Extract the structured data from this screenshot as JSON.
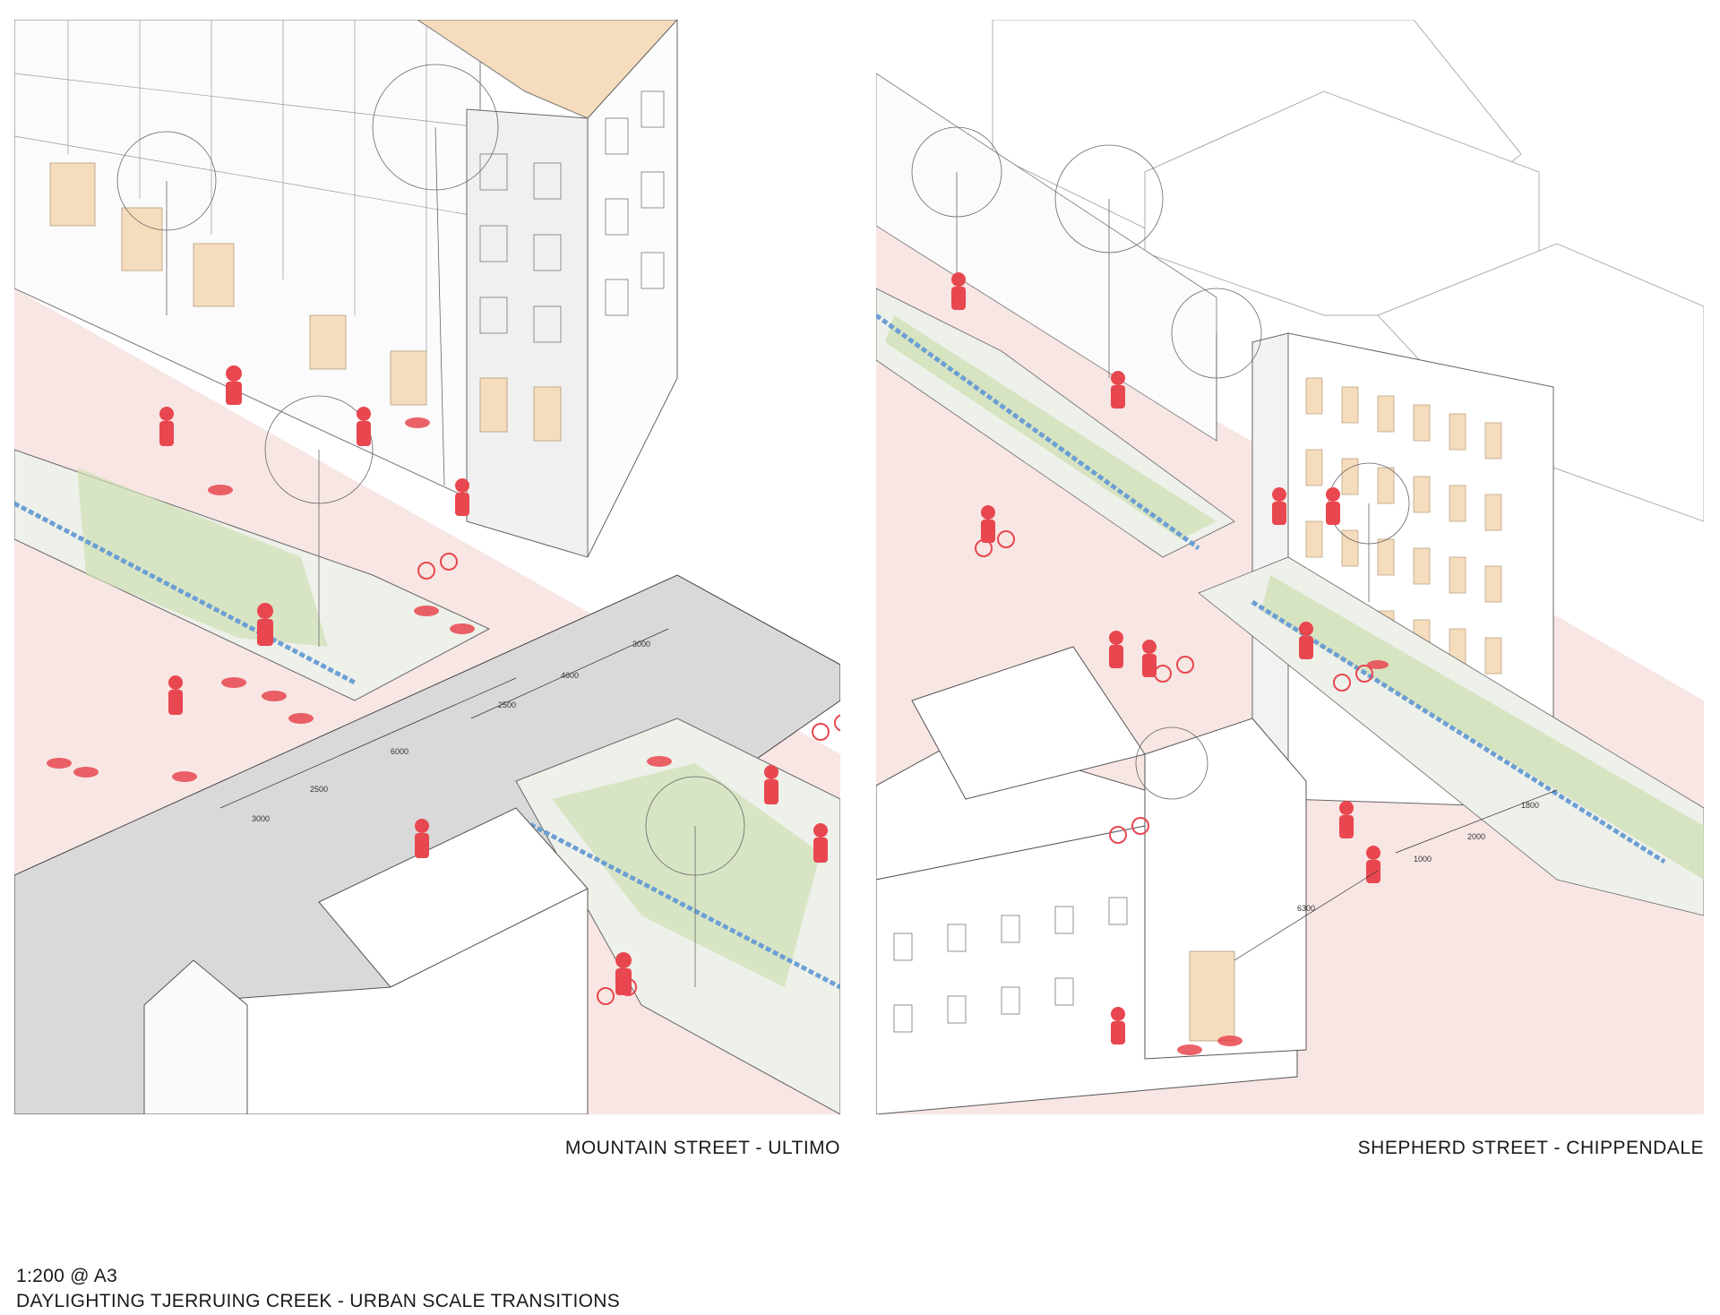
{
  "panels": [
    {
      "caption": "MOUNTAIN STREET - ULTIMO",
      "dimensions": [
        "3000",
        "2500",
        "6000",
        "2500",
        "4600",
        "3000"
      ]
    },
    {
      "caption": "SHEPHERD STREET - CHIPPENDALE",
      "dimensions": [
        "6300",
        "1000",
        "2000",
        "1800"
      ]
    }
  ],
  "footer": {
    "scale": "1:200 @ A3",
    "title": "DAYLIGHTING TJERRUING CREEK - URBAN SCALE TRANSITIONS"
  },
  "colors": {
    "people": "#e8474f",
    "paving": "#f7e6e4",
    "road": "#d9d9d9",
    "planting": "#cfe0b4",
    "creek": "#6b9fd4",
    "timber": "#f5dcbc",
    "linework": "#555555"
  }
}
